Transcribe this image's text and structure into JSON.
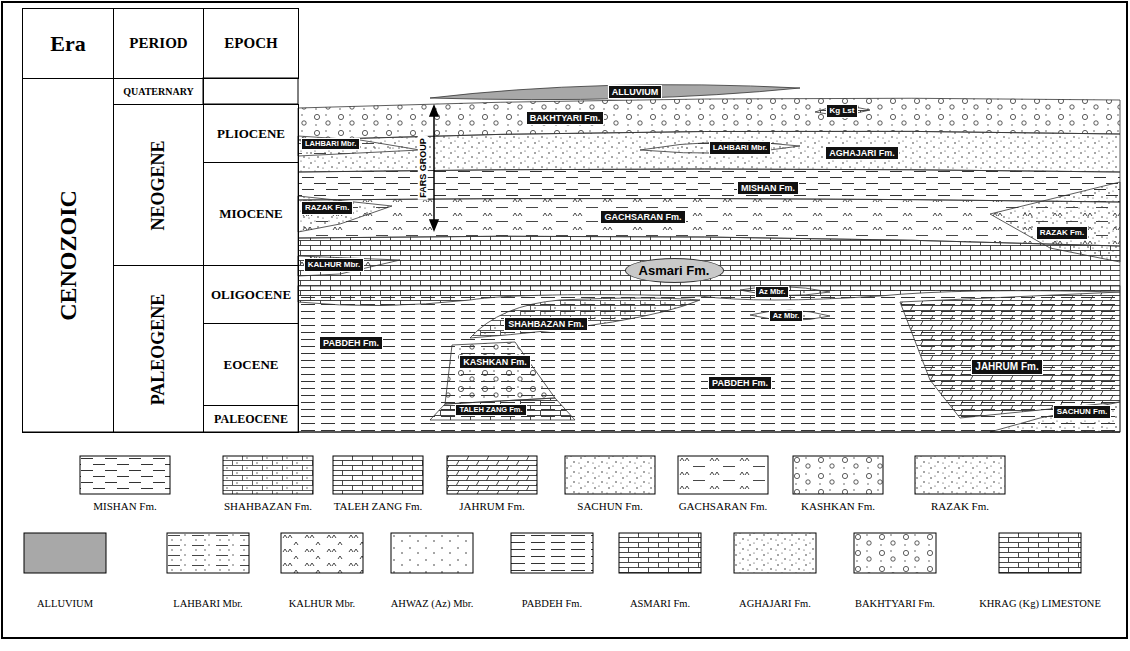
{
  "diagram": {
    "nodes": [
      {
        "text": [
          "Era"
        ]
      },
      {
        "text": [
          "PERIOD"
        ]
      },
      {
        "text": [
          "EPOCH"
        ]
      },
      {
        "text": [
          "CENOZOIC"
        ]
      },
      {
        "text": [
          "QUATERNARY"
        ]
      },
      {
        "text": [
          "NEOGENE"
        ]
      },
      {
        "text": [
          "PALEOGENE"
        ]
      },
      {
        "text": [
          "PLIOCENE"
        ]
      },
      {
        "text": [
          "MIOCENE"
        ]
      },
      {
        "text": [
          "OLIGOCENE"
        ]
      },
      {
        "text": [
          "EOCENE"
        ]
      },
      {
        "text": [
          "PALEOCENE"
        ]
      },
      {
        "text": [
          "ALLUVIUM"
        ]
      },
      {
        "text": [
          "BAKHTYARI Fm."
        ]
      },
      {
        "text": [
          "Kg Lst"
        ]
      },
      {
        "text": [
          "LAHBARI Mbr."
        ]
      },
      {
        "text": [
          "LAHBARI Mbr."
        ]
      },
      {
        "text": [
          "AGHAJARI Fm."
        ]
      },
      {
        "text": [
          "MISHAN Fm."
        ]
      },
      {
        "text": [
          "RAZAK Fm."
        ]
      },
      {
        "text": [
          "GACHSARAN Fm."
        ]
      },
      {
        "text": [
          "RAZAK Fm."
        ]
      },
      {
        "text": [
          "KALHUR Mbr."
        ]
      },
      {
        "text": [
          "Asmari Fm."
        ]
      },
      {
        "text": [
          "Az Mbr."
        ]
      },
      {
        "text": [
          "Az Mbr."
        ]
      },
      {
        "text": [
          "SHAHBAZAN Fm."
        ]
      },
      {
        "text": [
          "PABDEH Fm."
        ]
      },
      {
        "text": [
          "KASHKAN Fm."
        ]
      },
      {
        "text": [
          "JAHRUM Fm."
        ]
      },
      {
        "text": [
          "PABDEH Fm."
        ]
      },
      {
        "text": [
          "TALEH ZANG Fm."
        ]
      },
      {
        "text": [
          "SACHUN Fm."
        ]
      }
    ],
    "labels": [
      "FARS GROUP"
    ],
    "legend": [
      {
        "text": "MISHAN Fm."
      },
      {
        "text": "SHAHBAZAN Fm."
      },
      {
        "text": "TALEH ZANG Fm."
      },
      {
        "text": "JAHRUM Fm."
      },
      {
        "text": "SACHUN Fm."
      },
      {
        "text": "GACHSARAN Fm."
      },
      {
        "text": "KASHKAN Fm."
      },
      {
        "text": "RAZAK Fm."
      },
      {
        "text": "ALLUVIUM",
        "color": "#a8a8a8"
      },
      {
        "text": "LAHBARI Mbr."
      },
      {
        "text": "KALHUR Mbr."
      },
      {
        "text": "AHWAZ (Az) Mbr."
      },
      {
        "text": "PABDEH Fm."
      },
      {
        "text": "ASMARI Fm."
      },
      {
        "text": "AGHAJARI Fm."
      },
      {
        "text": "BAKHTYARI Fm."
      },
      {
        "text": "KHRAG (Kg) LIMESTONE"
      }
    ]
  }
}
